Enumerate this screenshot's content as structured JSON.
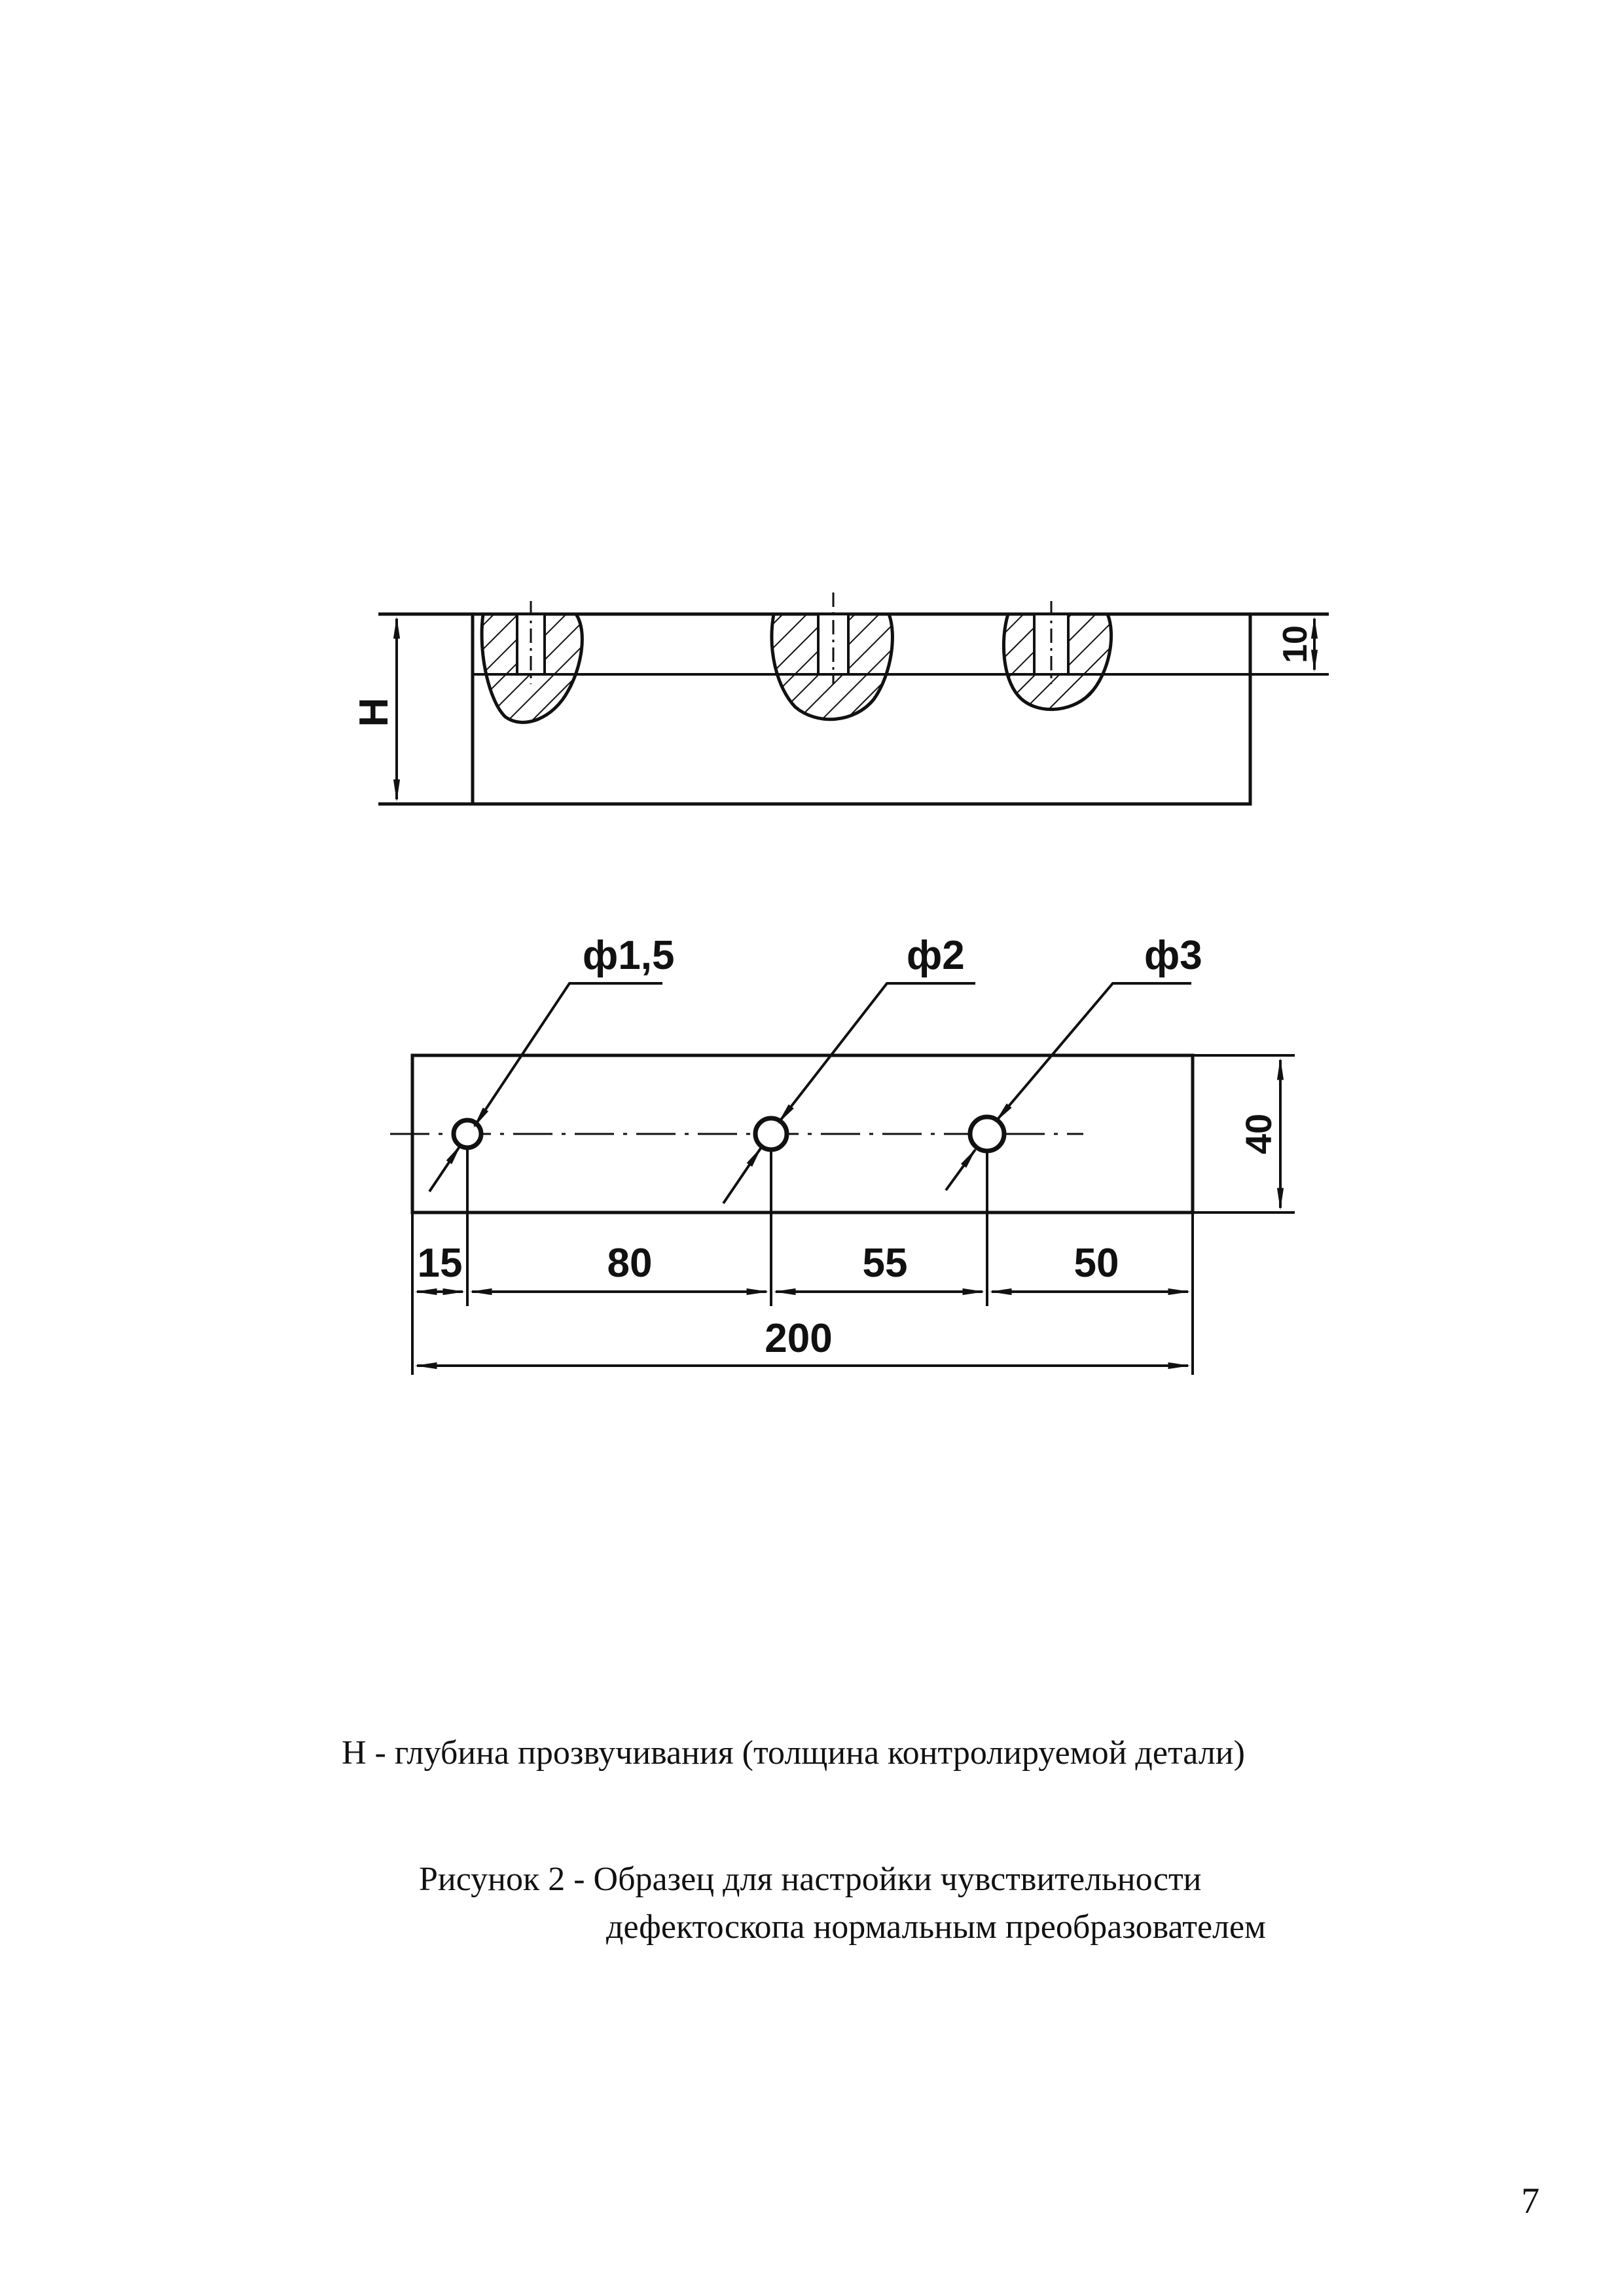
{
  "figure": {
    "side_view": {
      "label_depth": "H",
      "label_hole_depth": "10"
    },
    "top_view": {
      "hole_labels": [
        "ф1,5",
        "ф2",
        "ф3"
      ],
      "width_label": "40",
      "spacing_labels": [
        "15",
        "80",
        "55",
        "50"
      ],
      "total_length_label": "200"
    }
  },
  "note": "Н - глубина прозвучивания (толщина контролируемой детали)",
  "caption": {
    "line1": "Рисунок 2 - Образец для настройки чувствительности",
    "line2": "дефектоскопа нормальным преобразователем"
  },
  "page_number": "7"
}
